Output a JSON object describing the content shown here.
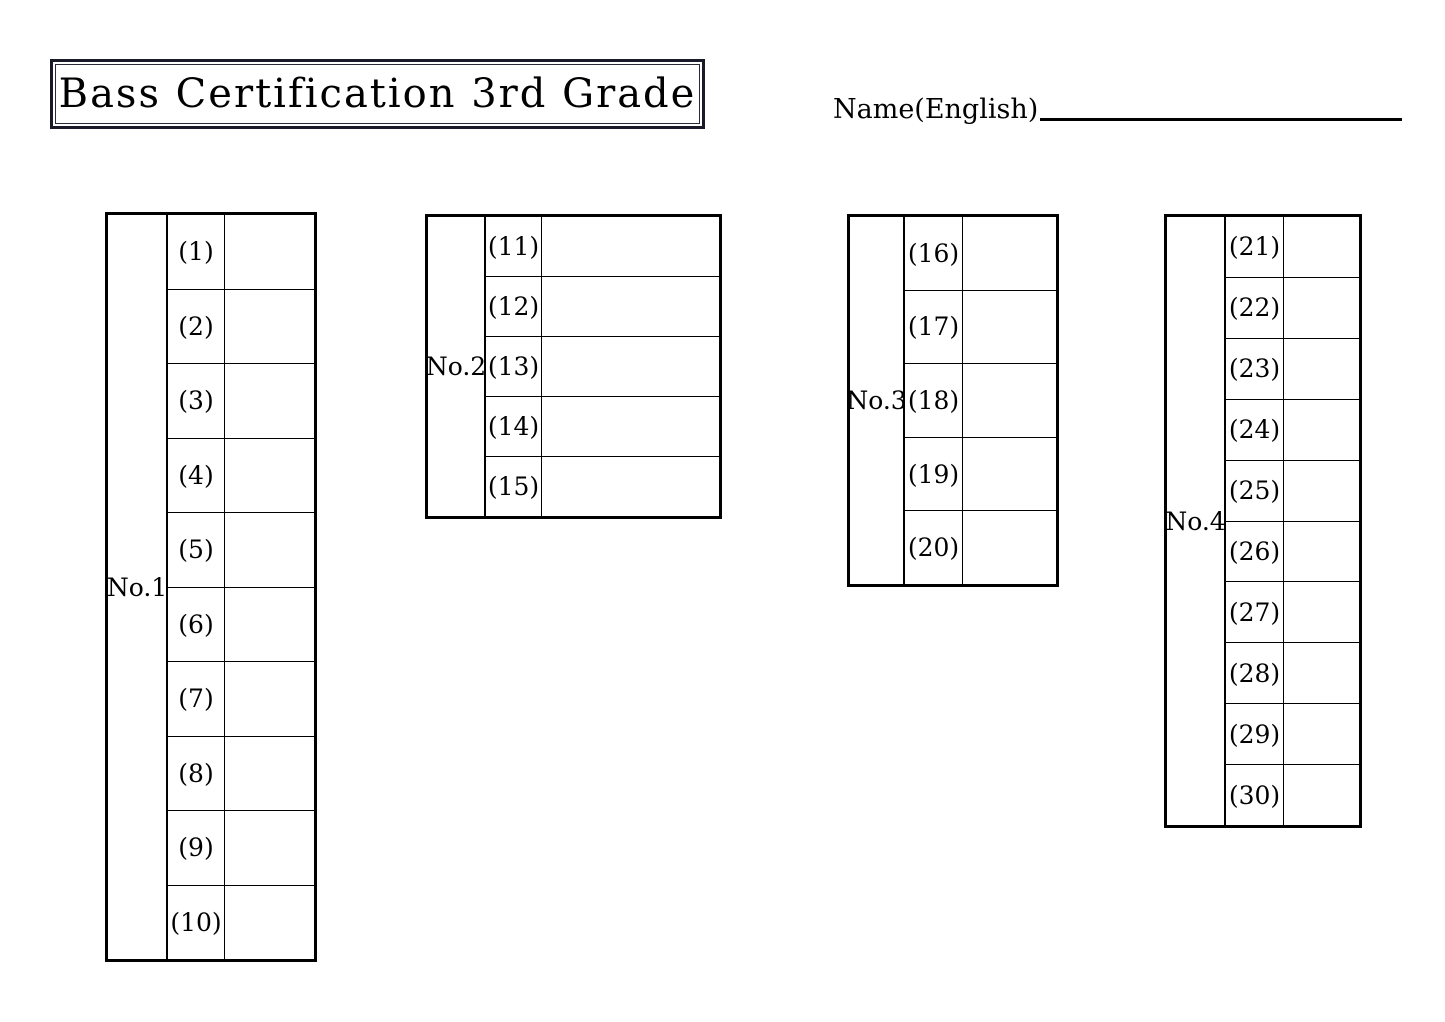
{
  "header": {
    "title": "Bass Certification 3rd Grade",
    "name_label": "Name(English)",
    "name_value": ""
  },
  "tables": [
    {
      "id": "no1",
      "label": "No.1",
      "rows": [
        {
          "number": "(1)",
          "answer": ""
        },
        {
          "number": "(2)",
          "answer": ""
        },
        {
          "number": "(3)",
          "answer": ""
        },
        {
          "number": "(4)",
          "answer": ""
        },
        {
          "number": "(5)",
          "answer": ""
        },
        {
          "number": "(6)",
          "answer": ""
        },
        {
          "number": "(7)",
          "answer": ""
        },
        {
          "number": "(8)",
          "answer": ""
        },
        {
          "number": "(9)",
          "answer": ""
        },
        {
          "number": "(10)",
          "answer": ""
        }
      ]
    },
    {
      "id": "no2",
      "label": "No.2",
      "rows": [
        {
          "number": "(11)",
          "answer": ""
        },
        {
          "number": "(12)",
          "answer": ""
        },
        {
          "number": "(13)",
          "answer": ""
        },
        {
          "number": "(14)",
          "answer": ""
        },
        {
          "number": "(15)",
          "answer": ""
        }
      ]
    },
    {
      "id": "no3",
      "label": "No.3",
      "rows": [
        {
          "number": "(16)",
          "answer": ""
        },
        {
          "number": "(17)",
          "answer": ""
        },
        {
          "number": "(18)",
          "answer": ""
        },
        {
          "number": "(19)",
          "answer": ""
        },
        {
          "number": "(20)",
          "answer": ""
        }
      ]
    },
    {
      "id": "no4",
      "label": "No.4",
      "rows": [
        {
          "number": "(21)",
          "answer": ""
        },
        {
          "number": "(22)",
          "answer": ""
        },
        {
          "number": "(23)",
          "answer": ""
        },
        {
          "number": "(24)",
          "answer": ""
        },
        {
          "number": "(25)",
          "answer": ""
        },
        {
          "number": "(26)",
          "answer": ""
        },
        {
          "number": "(27)",
          "answer": ""
        },
        {
          "number": "(28)",
          "answer": ""
        },
        {
          "number": "(29)",
          "answer": ""
        },
        {
          "number": "(30)",
          "answer": ""
        }
      ]
    }
  ],
  "colors": {
    "ink": "#000000",
    "paper": "#ffffff",
    "frame": "#1a1a28"
  }
}
